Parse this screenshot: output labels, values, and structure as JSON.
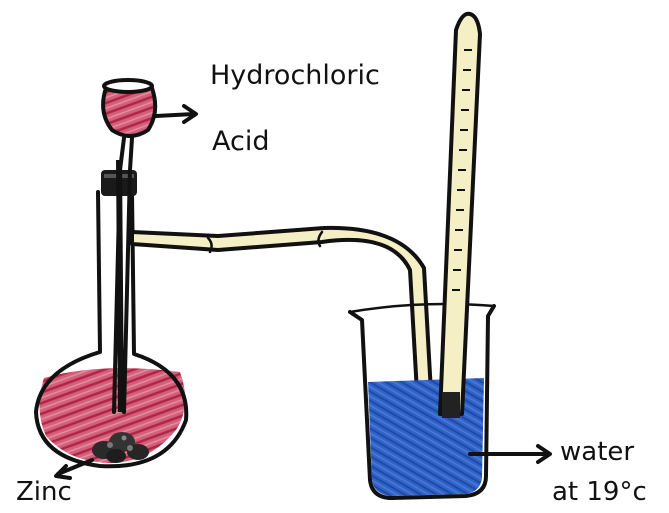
{
  "labels": {
    "acid_line1": "Hydrochloric",
    "acid_line2": "Acid",
    "zinc": "Zinc",
    "water_line1": "water",
    "water_line2": "at 19°c"
  },
  "colors": {
    "acid": "#c8405e",
    "tube_fill": "#f4efc4",
    "water": "#2f63c7",
    "outline": "#111111",
    "zinc": "#2a2a2a",
    "background": "#ffffff"
  }
}
